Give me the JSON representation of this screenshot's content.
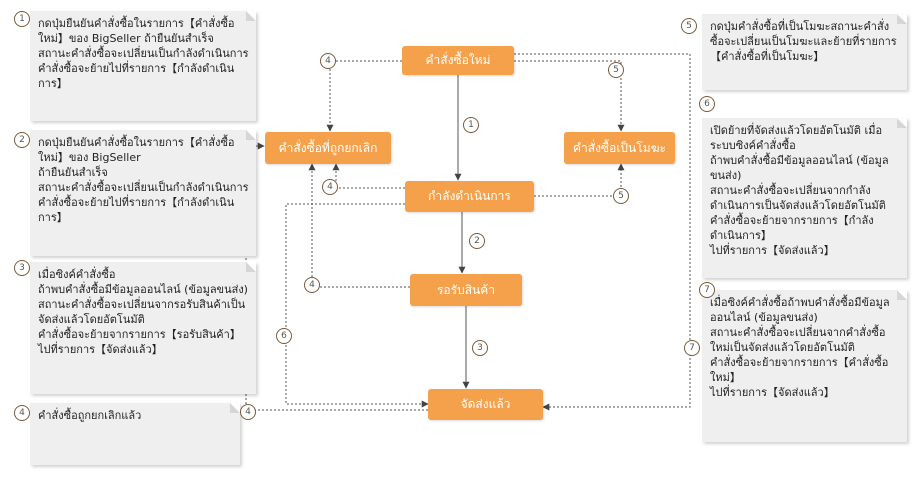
{
  "colors": {
    "node_fill": "#f5a04a",
    "node_text": "#ffffff",
    "note_fill": "#efefef",
    "line": "#555555"
  },
  "nodes": {
    "new": "คำสั่งซื้อใหม่",
    "cancelled": "คำสั่งซื้อที่ถูกยกเลิก",
    "processing": "กำลังดำเนินการ",
    "invalid": "คำสั่งซื้อเป็นโมฆะ",
    "awaiting": "รอรับสินค้า",
    "shipped": "จัดส่งแล้ว"
  },
  "notes": [
    {
      "num": "1",
      "text": "กดปุ่มยืนยันคำสั่งซื้อในรายการ【คำสั่งซื้อใหม่】ของ BigSeller ถ้ายืนยันสำเร็จ\nสถานะคำสั่งซื้อจะเปลี่ยนเป็นกำลังดำเนินการ\nคำสั่งซื้อจะย้ายไปที่รายการ【กำลังดำเนินการ】"
    },
    {
      "num": "2",
      "text": "กดปุ่มยืนยันคำสั่งซื้อในรายการ【คำสั่งซื้อใหม่】ของ BigSeller\nถ้ายืนยันสำเร็จ\nสถานะคำสั่งซื้อจะเปลี่ยนเป็นกำลังดำเนินการ\nคำสั่งซื้อจะย้ายไปที่รายการ【กำลังดำเนินการ】"
    },
    {
      "num": "3",
      "text": "เมื่อซิงค์คำสั่งซื้อ\nถ้าพบคำสั่งซื้อมีข้อมูลออนไลน์ (ข้อมูลขนส่ง)\nสถานะคำสั่งซื้อจะเปลี่ยนจากรอรับสินค้าเป็นจัดส่งแล้วโดยอัตโนมัติ\nคำสั่งซื้อจะย้ายจากรายการ【รอรับสินค้า】ไปที่รายการ【จัดส่งแล้ว】"
    },
    {
      "num": "4",
      "text": "คำสั่งซื้อถูกยกเลิกแล้ว"
    },
    {
      "num": "5",
      "text": "กดปุ่มคำสั่งซื้อที่เป็นโมฆะสถานะคำสั่งซื้อจะเปลี่ยนเป็นโมฆะและย้ายที่รายการ【คำสั่งซื้อที่เป็นโมฆะ】"
    },
    {
      "num": "6",
      "text": "เปิดย้ายที่จัดส่งแล้วโดยอัตโนมัติ เมื่อระบบซิงค์คำสั่งซื้อ\nถ้าพบคำสั่งซื้อมีข้อมูลออนไลน์ (ข้อมูลขนส่ง)\nสถานะคำสั่งซื้อจะเปลี่ยนจากกำลังดำเนินการเป็นจัดส่งแล้วโดยอัตโนมัติ\nคำสั่งซื้อจะย้ายจากรายการ【กำลังดำเนินการ】\nไปที่รายการ【จัดส่งแล้ว】"
    },
    {
      "num": "7",
      "text": "เมื่อซิงค์คำสั่งซื้อถ้าพบคำสั่งซื้อมีข้อมูลออนไลน์ (ข้อมูลขนส่ง)\nสถานะคำสั่งซื้อจะเปลี่ยนจากคำสั่งซื้อใหม่เป็นจัดส่งแล้วโดยอัตโนมัติ\nคำสั่งซื้อจะย้ายจากรายการ【คำสั่งซื้อใหม่】\nไปที่รายการ【จัดส่งแล้ว】"
    }
  ],
  "edge_labels": {
    "new_to_cancelled": "4",
    "new_to_invalid": "5",
    "new_to_processing": "1",
    "processing_to_cancelled": "4",
    "processing_to_invalid": "5",
    "processing_to_awaiting": "2",
    "awaiting_to_cancelled": "4",
    "awaiting_to_shipped": "3",
    "processing_to_shipped": "6",
    "shipped_to_cancelled": "4",
    "new_to_shipped": "7"
  }
}
